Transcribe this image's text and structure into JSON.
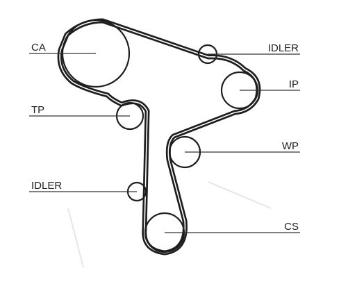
{
  "labels": {
    "ca": "CA",
    "idler_top": "IDLER",
    "ip": "IP",
    "tp": "TP",
    "wp": "WP",
    "idler_bottom": "IDLER",
    "cs": "CS"
  },
  "colors": {
    "belt": "#1e1e1e",
    "line": "#333333",
    "background": "#ffffff"
  }
}
